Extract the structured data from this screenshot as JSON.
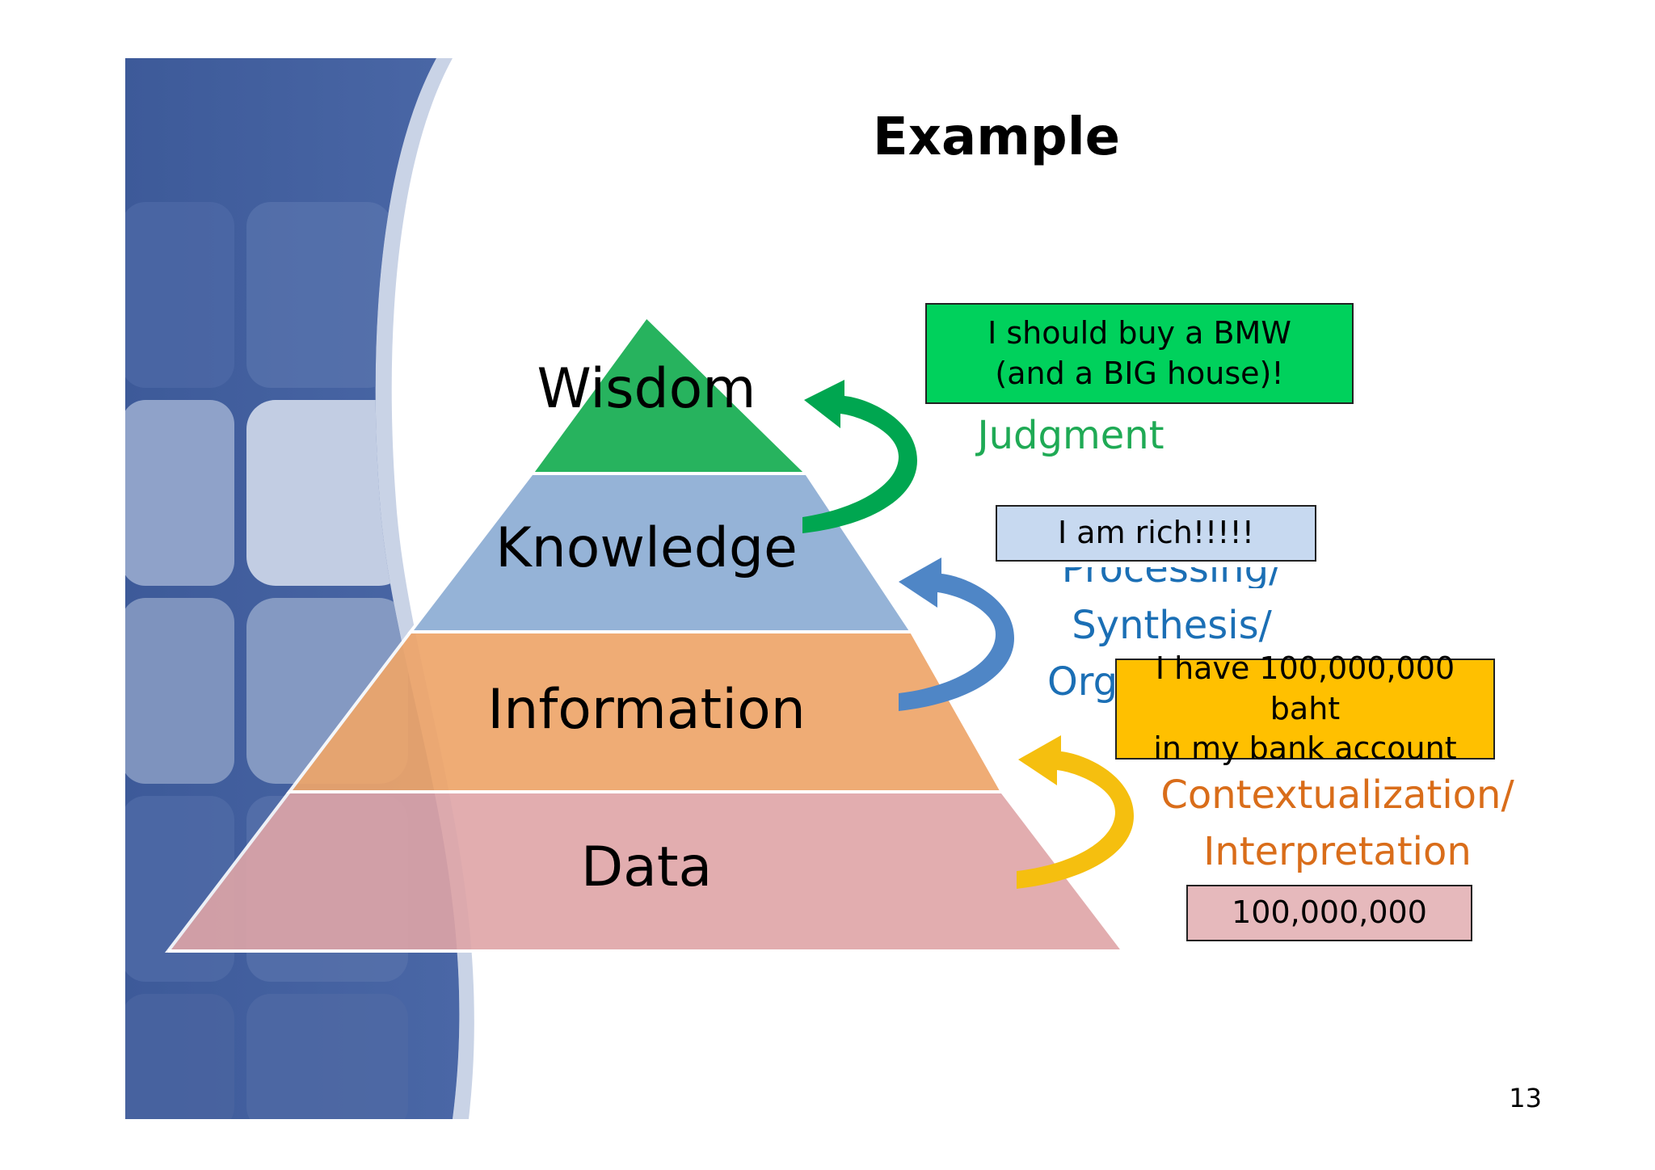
{
  "slide": {
    "title": "Example",
    "page_number": "13"
  },
  "pyramid": {
    "levels": [
      {
        "label": "Wisdom",
        "color": "#27b35e"
      },
      {
        "label": "Knowledge",
        "color": "#95b3d7"
      },
      {
        "label": "Information",
        "color": "#eea56a"
      },
      {
        "label": "Data",
        "color": "#dfa5a7"
      }
    ]
  },
  "processes": {
    "judgment": {
      "label": "Judgment",
      "color": "#1faa55",
      "arrow_color": "#00a650"
    },
    "processing": {
      "lines": [
        "Processing/",
        "Synthesis/",
        "Org"
      ],
      "color": "#1b6fb5",
      "arrow_color": "#4f86c6"
    },
    "contextualization": {
      "lines": [
        "Contextualization/",
        "Interpretation"
      ],
      "color": "#d96d1a",
      "arrow_color": "#f5bf0f"
    }
  },
  "examples": {
    "wisdom": {
      "lines": [
        "I should buy a BMW",
        "(and a BIG house)!"
      ],
      "color": "#00d15c"
    },
    "knowledge": {
      "lines": [
        "I am rich!!!!!"
      ],
      "color": "#c7d9f0"
    },
    "information": {
      "lines": [
        "I have 100,000,000 baht",
        "in my bank account"
      ],
      "color": "#ffc000"
    },
    "data": {
      "lines": [
        "100,000,000"
      ],
      "color": "#e6b9bc"
    }
  }
}
